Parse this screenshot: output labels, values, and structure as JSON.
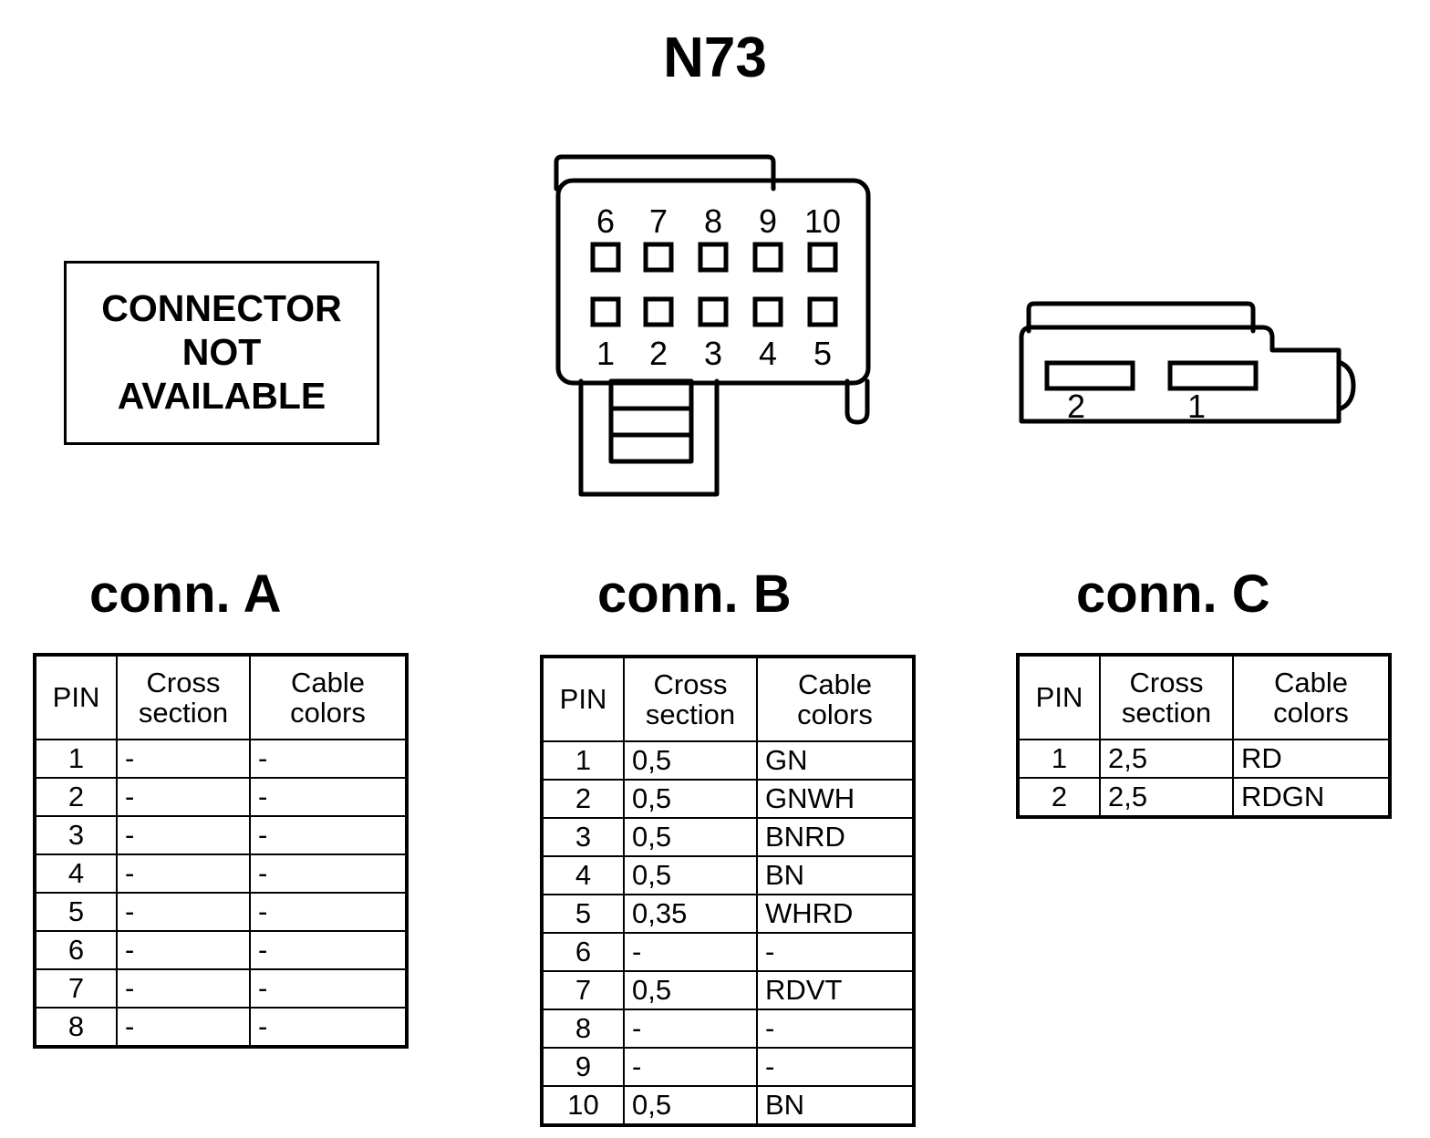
{
  "title": "N73",
  "connector_a": {
    "heading": "conn. A",
    "unavailable_notice": [
      "CONNECTOR",
      "NOT",
      "AVAILABLE"
    ],
    "table": {
      "headers": [
        "PIN",
        [
          "Cross",
          "section"
        ],
        [
          "Cable",
          "colors"
        ]
      ],
      "rows": [
        {
          "pin": "1",
          "cross_section": "-",
          "cable_colors": "-"
        },
        {
          "pin": "2",
          "cross_section": "-",
          "cable_colors": "-"
        },
        {
          "pin": "3",
          "cross_section": "-",
          "cable_colors": "-"
        },
        {
          "pin": "4",
          "cross_section": "-",
          "cable_colors": "-"
        },
        {
          "pin": "5",
          "cross_section": "-",
          "cable_colors": "-"
        },
        {
          "pin": "6",
          "cross_section": "-",
          "cable_colors": "-"
        },
        {
          "pin": "7",
          "cross_section": "-",
          "cable_colors": "-"
        },
        {
          "pin": "8",
          "cross_section": "-",
          "cable_colors": "-"
        }
      ]
    }
  },
  "connector_b": {
    "heading": "conn. B",
    "pin_layout": {
      "top_row_labels": [
        "6",
        "7",
        "8",
        "9",
        "10"
      ],
      "bottom_row_labels": [
        "1",
        "2",
        "3",
        "4",
        "5"
      ]
    },
    "table": {
      "headers": [
        "PIN",
        [
          "Cross",
          "section"
        ],
        [
          "Cable",
          "colors"
        ]
      ],
      "rows": [
        {
          "pin": "1",
          "cross_section": "0,5",
          "cable_colors": "GN"
        },
        {
          "pin": "2",
          "cross_section": "0,5",
          "cable_colors": "GNWH"
        },
        {
          "pin": "3",
          "cross_section": "0,5",
          "cable_colors": "BNRD"
        },
        {
          "pin": "4",
          "cross_section": "0,5",
          "cable_colors": "BN"
        },
        {
          "pin": "5",
          "cross_section": "0,35",
          "cable_colors": "WHRD"
        },
        {
          "pin": "6",
          "cross_section": "-",
          "cable_colors": "-"
        },
        {
          "pin": "7",
          "cross_section": "0,5",
          "cable_colors": "RDVT"
        },
        {
          "pin": "8",
          "cross_section": "-",
          "cable_colors": "-"
        },
        {
          "pin": "9",
          "cross_section": "-",
          "cable_colors": "-"
        },
        {
          "pin": "10",
          "cross_section": "0,5",
          "cable_colors": "BN"
        }
      ]
    }
  },
  "connector_c": {
    "heading": "conn. C",
    "pin_layout": {
      "slot_labels": [
        "2",
        "1"
      ]
    },
    "table": {
      "headers": [
        "PIN",
        [
          "Cross",
          "section"
        ],
        [
          "Cable",
          "colors"
        ]
      ],
      "rows": [
        {
          "pin": "1",
          "cross_section": "2,5",
          "cable_colors": "RD"
        },
        {
          "pin": "2",
          "cross_section": "2,5",
          "cable_colors": "RDGN"
        }
      ]
    }
  },
  "colors": {
    "stroke": "#000000",
    "background": "#ffffff"
  }
}
